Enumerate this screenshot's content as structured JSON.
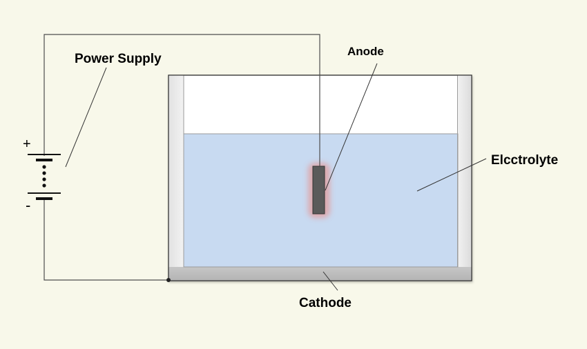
{
  "labels": {
    "power_supply": "Power Supply",
    "anode": "Anode",
    "electrolyte": "Elcctrolyte",
    "cathode": "Cathode",
    "plus": "+",
    "minus": "-"
  },
  "colors": {
    "background": "#f8f8ea",
    "electrolyte": "#c8daf1",
    "tank_wall": "#d4d4d4",
    "tank_bottom": "#bcbcbc",
    "anode": "#5a5a5a",
    "anode_glow": "#e39a9a",
    "wire": "#4d4d4d"
  }
}
